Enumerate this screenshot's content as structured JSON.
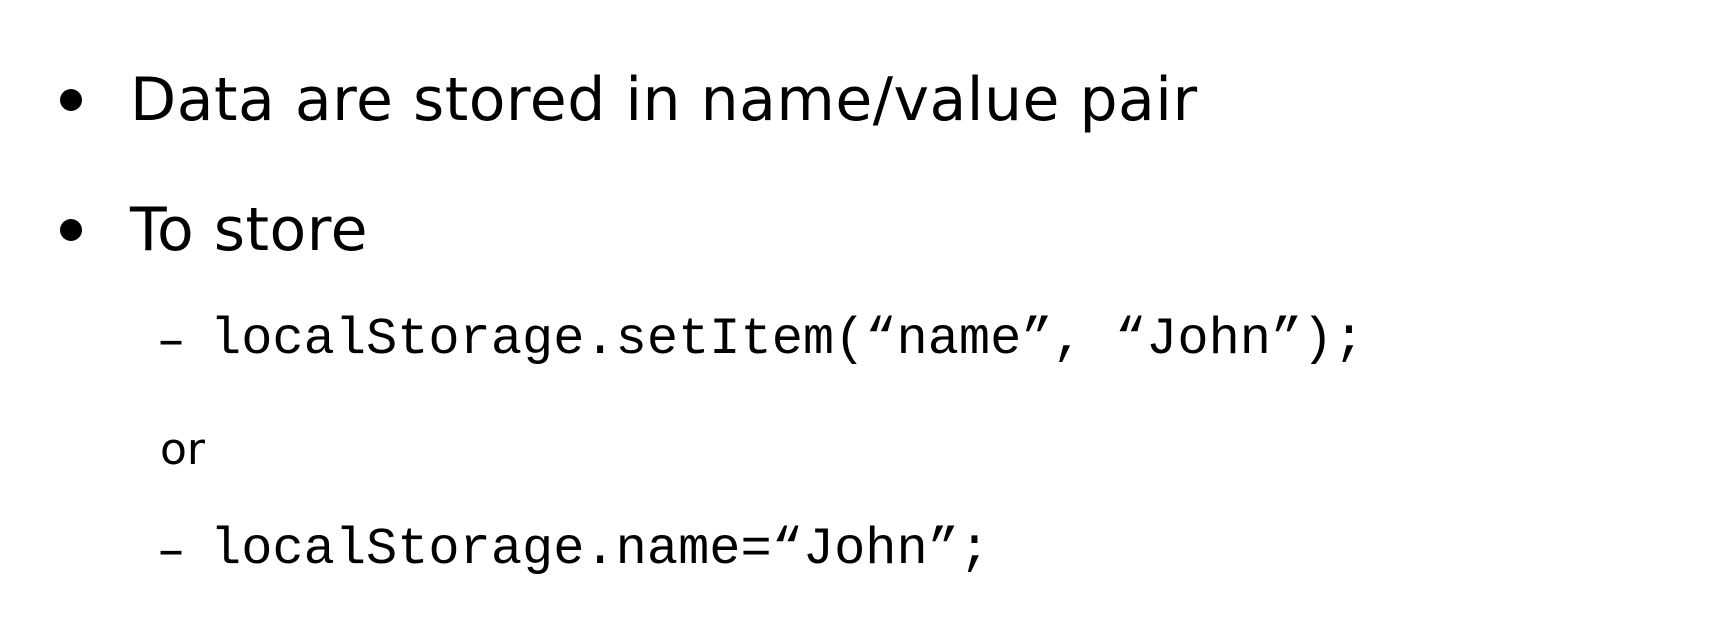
{
  "bullets": [
    {
      "text": "Data are stored in name/value pair"
    },
    {
      "text": "To store"
    }
  ],
  "sub_items": [
    {
      "marker": "–",
      "code": "localStorage.setItem(“name”, “John”);"
    },
    {
      "marker": "–",
      "code": "localStorage.name=“John”;"
    }
  ],
  "connector": "or"
}
